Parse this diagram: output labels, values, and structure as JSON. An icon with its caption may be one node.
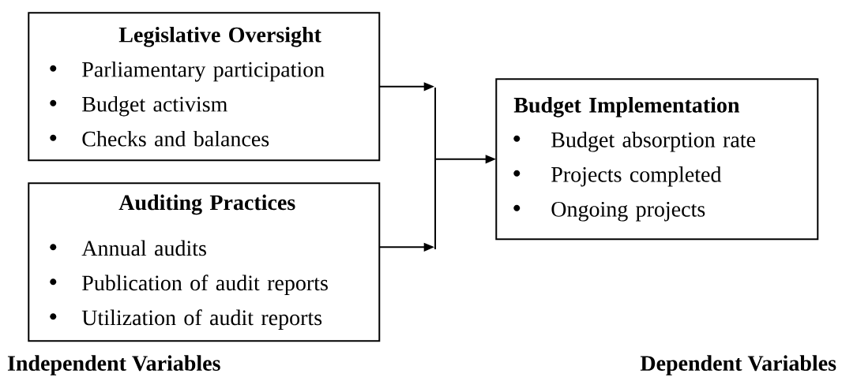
{
  "diagram": {
    "nodes": [
      {
        "text": [
          "Legislative Oversight",
          "Parliamentary participation",
          "Budget activism",
          "Checks and balances"
        ]
      },
      {
        "text": [
          "Auditing Practices",
          "Annual audits",
          "Publication of audit reports",
          "Utilization of audit reports"
        ]
      },
      {
        "text": [],
        "shape": "bar"
      },
      {
        "text": [
          "Budget Implementation",
          "Budget absorption rate",
          "Projects completed",
          "Ongoing projects"
        ]
      }
    ],
    "edges": [
      {
        "from": 0,
        "to": 2,
        "arrow": "to"
      },
      {
        "from": 1,
        "to": 2,
        "arrow": "to"
      },
      {
        "from": 2,
        "to": 3,
        "arrow": "to"
      }
    ],
    "labels": [
      "Independent Variables",
      "Dependent Variables"
    ]
  }
}
